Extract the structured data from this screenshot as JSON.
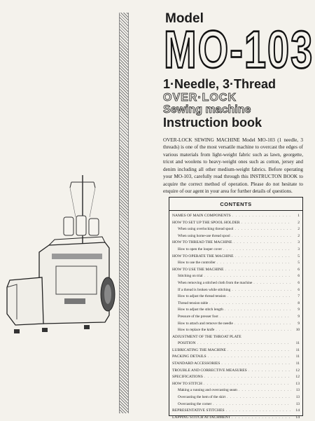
{
  "cover": {
    "model_label": "Model",
    "model_number": "MO-103",
    "line1": "1·Needle, 3·Thread",
    "line2": "OVER·LOCK",
    "line3": "Sewing machine",
    "line4": "Instruction book"
  },
  "intro": "OVER-LOCK SEWING MACHINE Model MO-103 (1 needle, 3 threads) is one of the most versatile machine to overcast the edges of various materials from light-weight fabric such as lawn, georgette, tricot and woolens to heavy-weight ones such as cotton, jersey and denim including all other medium-weight fabrics. Before operating your MO-103, carefully read through this INSTRUCTON BOOK to acquire the correct method of operation. Please do not hesitate to enquire of our agent in your area for further details of questions.",
  "contents": {
    "title": "CONTENTS",
    "items": [
      {
        "label": "NAMES OF MAIN COMPONENTS",
        "page": "1",
        "level": "main"
      },
      {
        "label": "HOW TO SET UP THE SPOOL HOLDER",
        "page": "2",
        "level": "main"
      },
      {
        "label": "When using overlocking thread spool",
        "page": "2",
        "level": "sub"
      },
      {
        "label": "When using home-use thread spool",
        "page": "2",
        "level": "sub"
      },
      {
        "label": "HOW TO THREAD THE MACHINE",
        "page": "3",
        "level": "main"
      },
      {
        "label": "How to open the looper cover",
        "page": "3",
        "level": "sub"
      },
      {
        "label": "HOW TO OPERATE THE MACHINE",
        "page": "5",
        "level": "main"
      },
      {
        "label": "How to use the controller",
        "page": "5",
        "level": "sub"
      },
      {
        "label": "HOW TO USE THE MACHINE",
        "page": "6",
        "level": "main"
      },
      {
        "label": "Stitching on trial",
        "page": "6",
        "level": "sub"
      },
      {
        "label": "When removing a stitched cloth from the machine",
        "page": "6",
        "level": "sub"
      },
      {
        "label": "If a thread is broken while stitching",
        "page": "6",
        "level": "sub"
      },
      {
        "label": "How to adjust the thread tension",
        "page": "7",
        "level": "sub"
      },
      {
        "label": "Thread tension table",
        "page": "8",
        "level": "sub"
      },
      {
        "label": "How to adjust the stitch length",
        "page": "9",
        "level": "sub"
      },
      {
        "label": "Pressure of the presser foot",
        "page": "9",
        "level": "sub"
      },
      {
        "label": "How to attach and remove the needle",
        "page": "9",
        "level": "sub"
      },
      {
        "label": "How to replace the knife",
        "page": "10",
        "level": "sub"
      },
      {
        "label": "ADJUSTMENT OF THE THROAT PLATE",
        "page": "",
        "level": "main"
      },
      {
        "label": "POSITION",
        "page": "11",
        "level": "cont"
      },
      {
        "label": "LUBRICATING THE MACHINE",
        "page": "11",
        "level": "main"
      },
      {
        "label": "PACKING DETAILS",
        "page": "11",
        "level": "main"
      },
      {
        "label": "STANDARD ACCESSORIES",
        "page": "11",
        "level": "main"
      },
      {
        "label": "TROUBLE AND CORRECTIVE MEASURES",
        "page": "12",
        "level": "main"
      },
      {
        "label": "SPECIFICATIONS",
        "page": "12",
        "level": "main"
      },
      {
        "label": "HOW TO STITCH",
        "page": "13",
        "level": "main"
      },
      {
        "label": "Making a running and overcasting seam",
        "page": "13",
        "level": "sub"
      },
      {
        "label": "Overcasting the hem of the skirt",
        "page": "13",
        "level": "sub"
      },
      {
        "label": "Overcasting the corner",
        "page": "13",
        "level": "sub"
      },
      {
        "label": "REPRESENTATIVE STITCHES",
        "page": "14",
        "level": "main"
      },
      {
        "label": "LAPPING STITCH ATTACHMENT",
        "page": "14",
        "level": "main"
      }
    ]
  }
}
